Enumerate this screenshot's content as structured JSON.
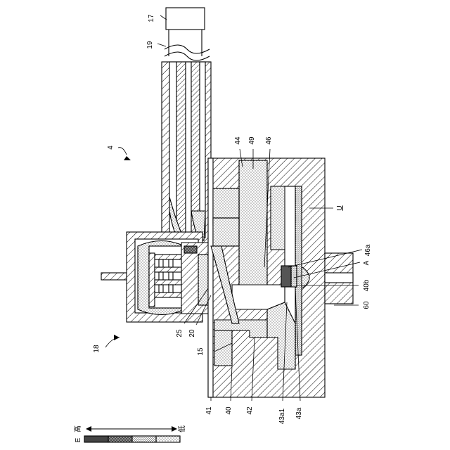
{
  "labels": {
    "n17": "17",
    "n19": "19",
    "n4": "4",
    "n44": "44",
    "n49": "49",
    "n46": "46",
    "nU": "U",
    "n46a": "46a",
    "nA": "A",
    "n40b": "40b",
    "n60": "60",
    "n18": "18",
    "n25": "25",
    "n20": "20",
    "n15": "15",
    "n41": "41",
    "n40": "40",
    "n42": "42",
    "n43a1": "43a1",
    "n43a": "43a"
  },
  "legend": {
    "e_label": "E",
    "high": "高",
    "low": "低"
  }
}
